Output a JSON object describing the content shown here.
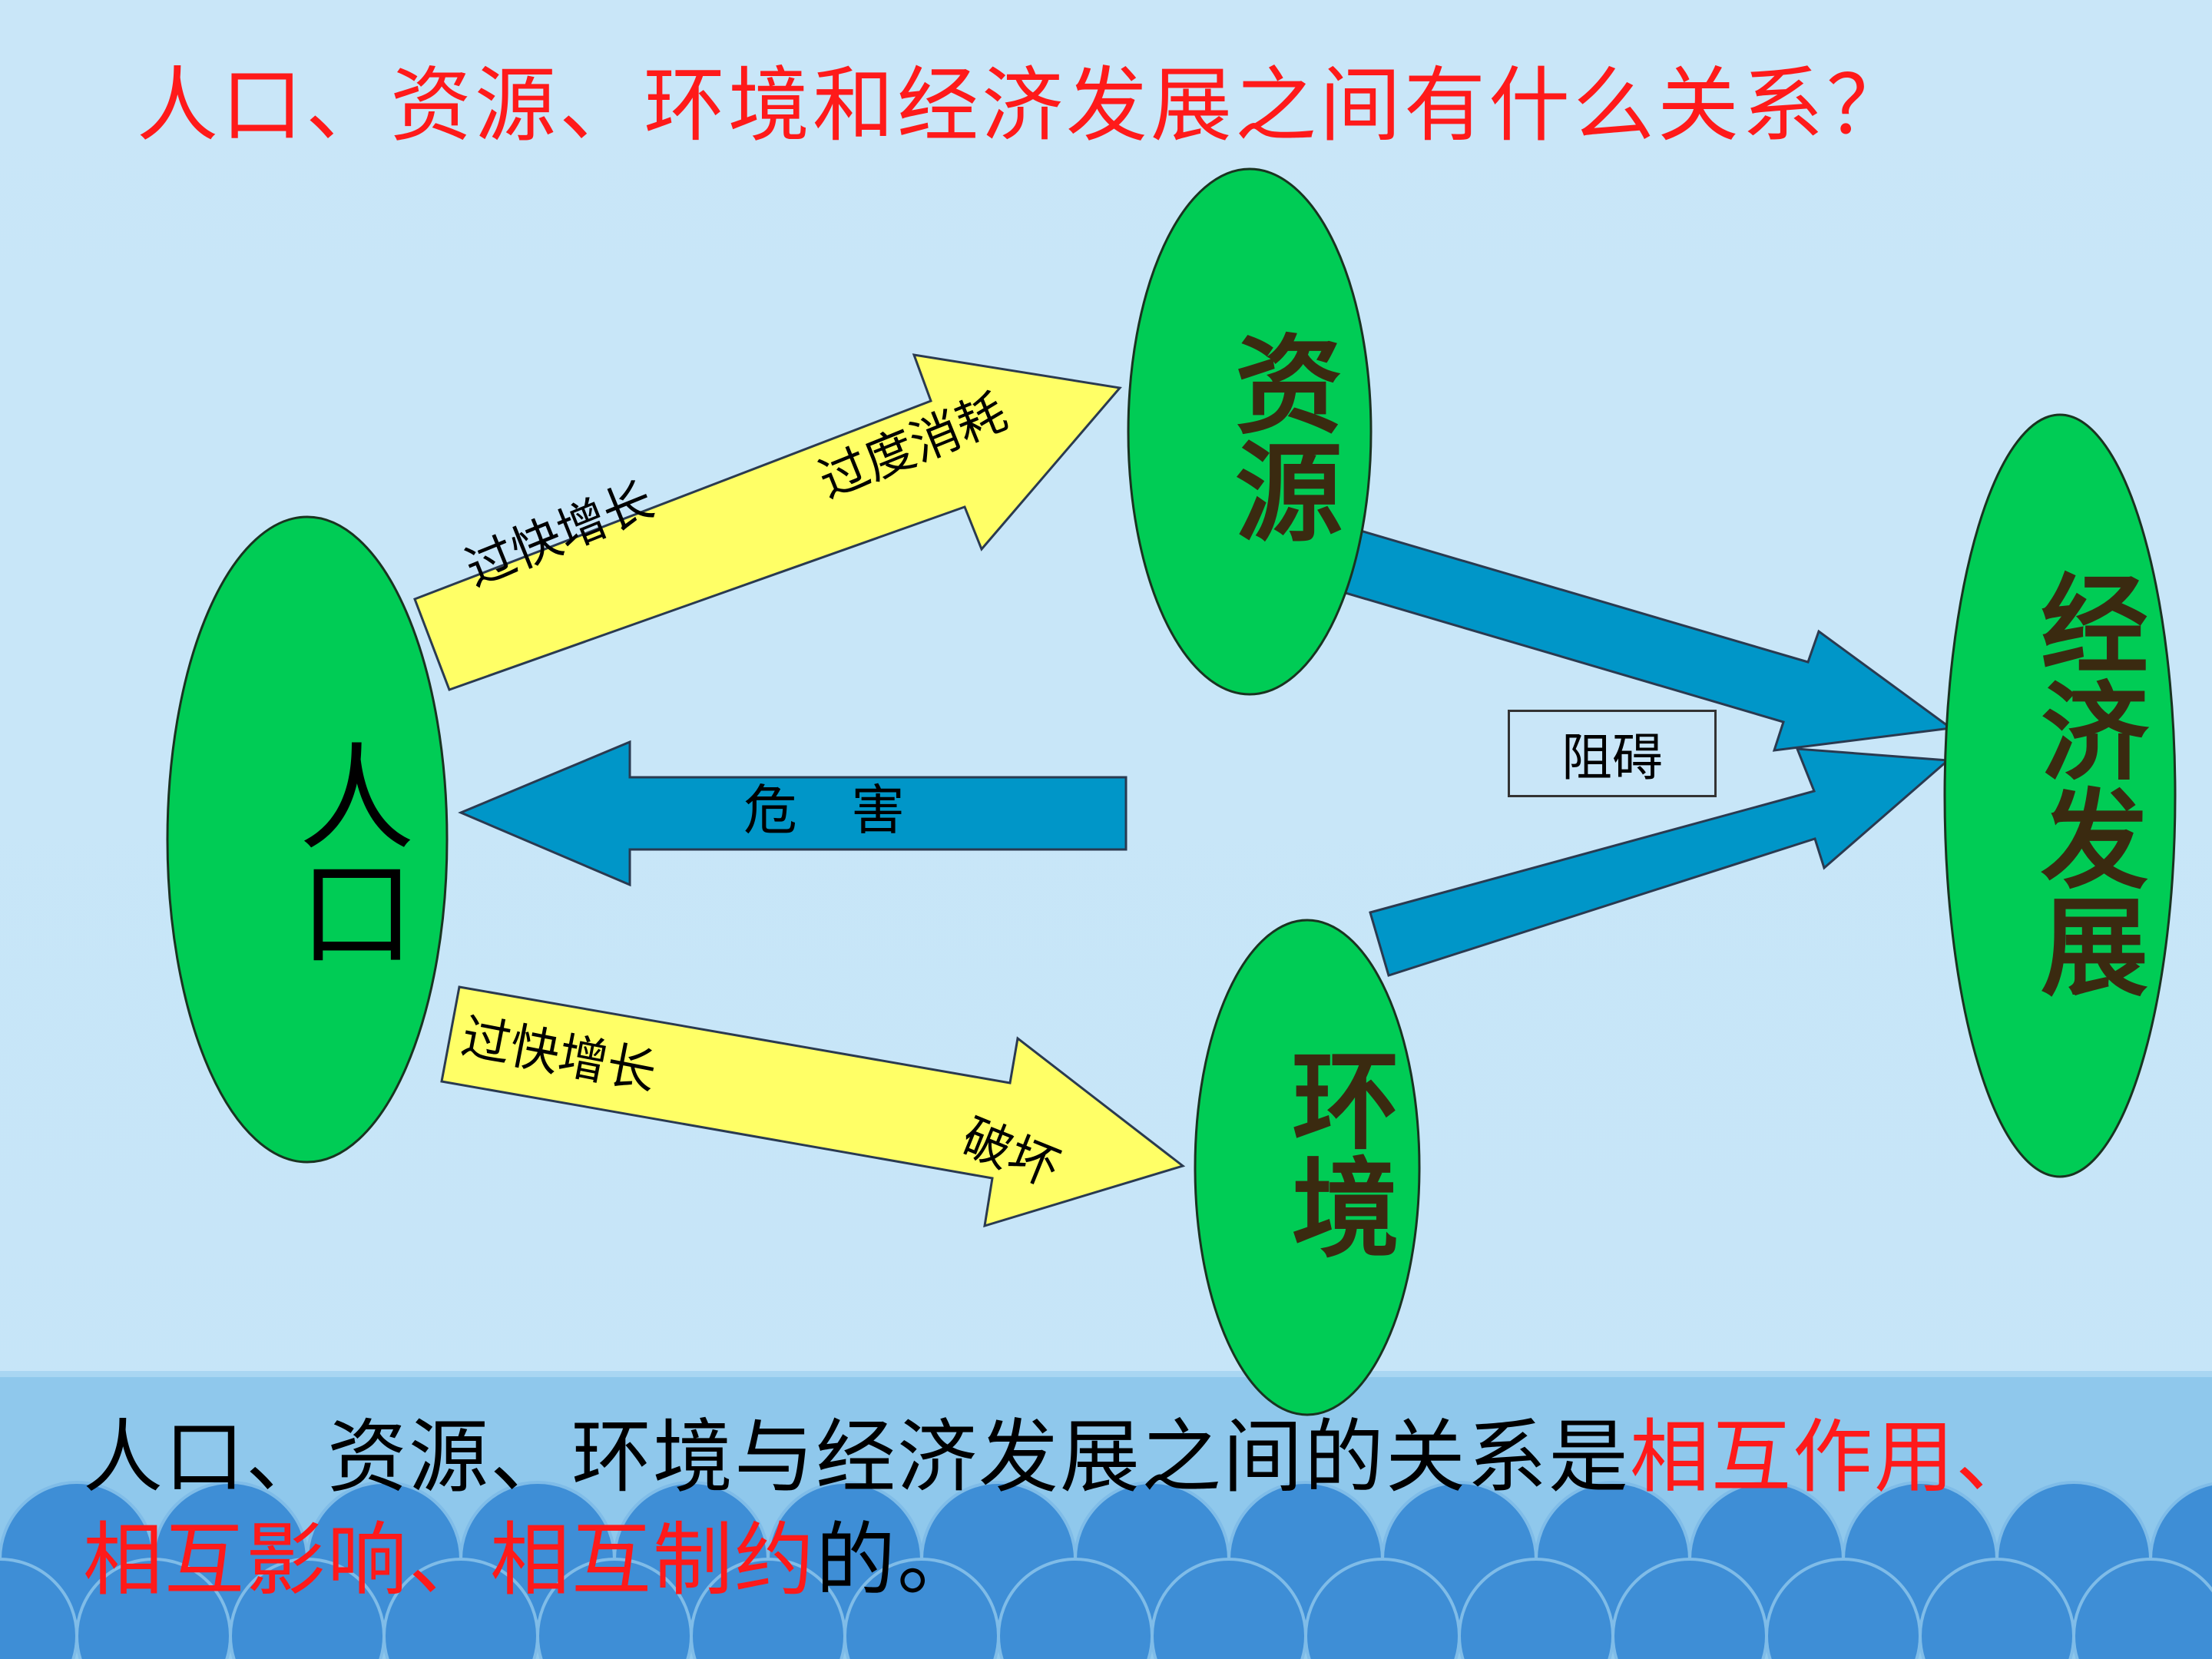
{
  "title": "人口、资源、环境和经济发展之间有什么关系？",
  "nodes": {
    "population": "人口",
    "resources": "资源",
    "environment": "环境",
    "economy": "经济发展"
  },
  "arrows": {
    "pop_to_res_left": "过快增长",
    "pop_to_res_right": "过度消耗",
    "harm": "危　害",
    "pop_to_env_left": "过快增长",
    "pop_to_env_right": "破坏"
  },
  "obstacle_box": "阻碍",
  "conclusion": {
    "part1": "人口、资源、环境与经济发展之间的关系是",
    "highlight1": "相互作用、",
    "highlight2": "相互影响、相互制约",
    "part2": "的。"
  },
  "colors": {
    "ellipse_fill": "#00cc55",
    "yellow_arrow": "#ffff66",
    "blue_arrow": "#0096c8",
    "title_red": "#ff1a1a"
  }
}
